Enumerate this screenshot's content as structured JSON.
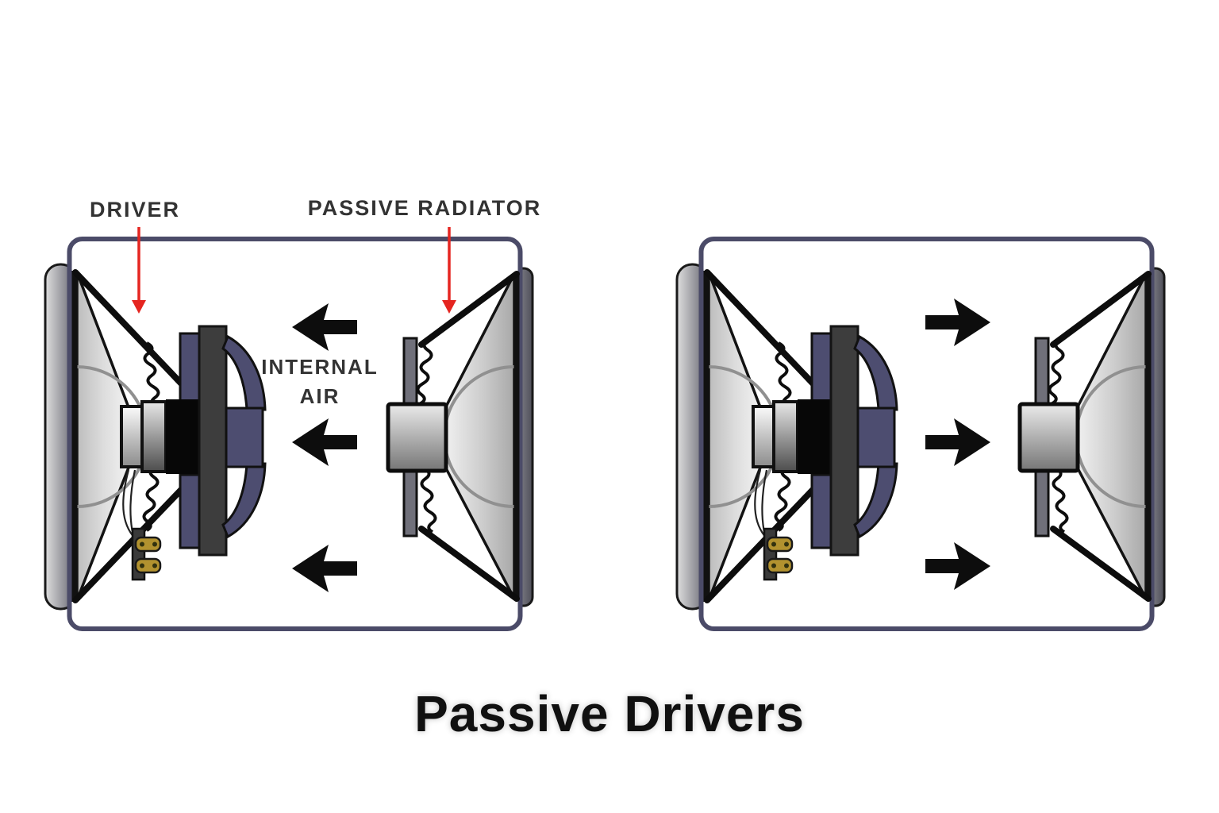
{
  "title": "Passive Drivers",
  "diagram": {
    "labels": {
      "driver": "DRIVER",
      "passive_radiator": "PASSIVE RADIATOR",
      "internal_air": [
        "INTERNAL",
        "AIR"
      ]
    },
    "boxes": [
      {
        "name": "left-enclosure",
        "description": "driver and passive radiator cross-section, internal air moving toward driver",
        "airflow_direction": "left",
        "air_arrow_count": 3,
        "components": [
          "driver",
          "passive radiator",
          "internal air"
        ]
      },
      {
        "name": "right-enclosure",
        "description": "driver and passive radiator cross-section, internal air moving toward passive radiator",
        "airflow_direction": "right",
        "air_arrow_count": 3,
        "components": [
          "driver",
          "passive radiator"
        ]
      }
    ],
    "icons": {
      "air_arrow": "black-bold-arrow",
      "label_pointer": "red-down-arrow"
    }
  },
  "colors": {
    "background": "#ffffff",
    "box_border": "#4b4b68",
    "air_arrow": "#0d0d0d",
    "label_pointer_red": "#e52520",
    "label_text": "#333333",
    "title_text": "#101010",
    "basket_navy": "#4d4d70",
    "magnet_gray": "#3d3d3d",
    "terminal_gold": "#b2922f"
  }
}
